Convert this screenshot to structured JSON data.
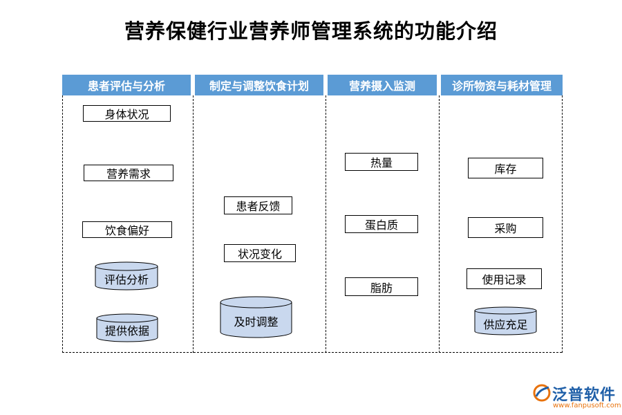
{
  "title": "营养保健行业营养师管理系统的功能介绍",
  "columns": [
    {
      "header": "患者评估与分析",
      "boxes": [
        "身体状况",
        "营养需求",
        "饮食偏好"
      ],
      "cylinders": [
        "评估分析",
        "提供依据"
      ]
    },
    {
      "header": "制定与调整饮食计划",
      "boxes": [
        "患者反馈",
        "状况变化"
      ],
      "cylinders": [
        "及时调整"
      ]
    },
    {
      "header": "营养摄入监测",
      "boxes": [
        "热量",
        "蛋白质",
        "脂肪"
      ],
      "cylinders": []
    },
    {
      "header": "诊所物资与耗材管理",
      "boxes": [
        "库存",
        "采购",
        "使用记录"
      ],
      "cylinders": [
        "供应充足"
      ]
    }
  ],
  "logo": {
    "name": "泛普软件",
    "url": "www.fanpusoft.com"
  },
  "colors": {
    "header_bg": "#5b9bd5",
    "cylinder_fill": "#c9d8ee",
    "logo_blue": "#1f5fa8",
    "logo_orange": "#e8720c"
  }
}
